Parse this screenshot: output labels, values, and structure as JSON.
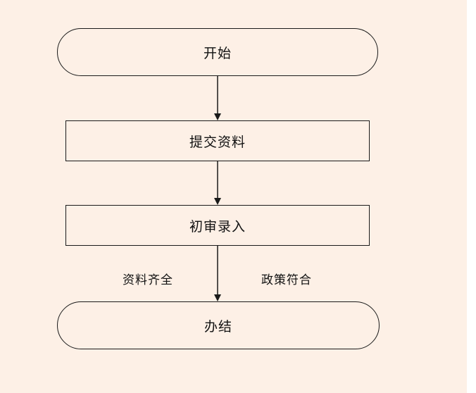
{
  "nodes": {
    "start": "开始",
    "submit": "提交资料",
    "review": "初审录入",
    "end": "办结"
  },
  "edge_labels": {
    "left": "资料齐全",
    "right": "政策符合"
  },
  "colors": {
    "background": "#fdf0e6",
    "stroke": "#1a1a1a",
    "text": "#111111"
  }
}
